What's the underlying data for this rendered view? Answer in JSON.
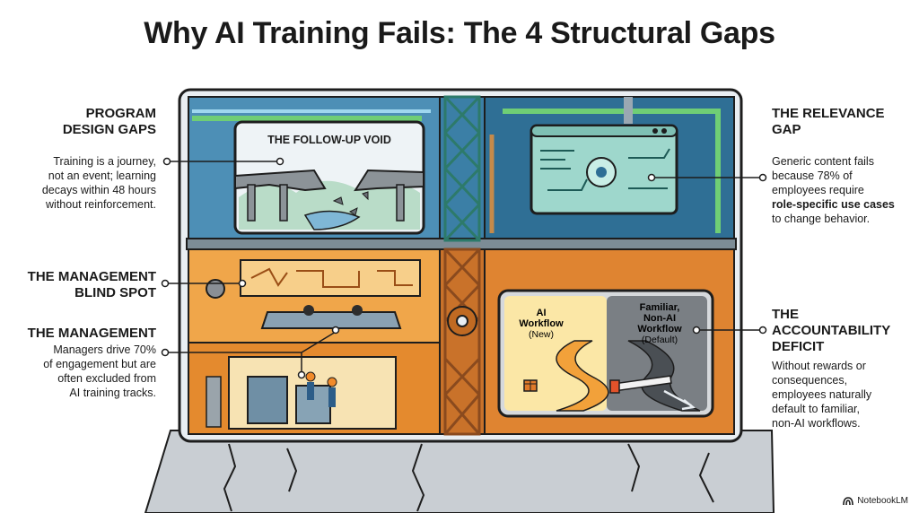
{
  "title": "Why AI Training Fails: The 4 Structural Gaps",
  "left": {
    "program_title_1": "PROGRAM",
    "program_title_2": "DESIGN GAPS",
    "program_desc": [
      "Training is a journey,",
      "not an event; learning",
      "decays within 48 hours",
      "without reinforcement."
    ],
    "mgmt_blind_1": "THE MANAGEMENT",
    "mgmt_blind_2": "BLIND SPOT",
    "mgmt_title": "THE MANAGEMENT",
    "mgmt_desc": [
      "Managers drive 70%",
      "of engagement but are",
      "often excluded from",
      "AI training tracks."
    ]
  },
  "right": {
    "relevance_title_1": "THE RELEVANCE",
    "relevance_title_2": "GAP",
    "relevance_desc_1": "Generic content fails",
    "relevance_desc_2": "because 78% of",
    "relevance_desc_3": "employees require",
    "relevance_desc_bold": "role-specific use cases",
    "relevance_desc_4": "to change behavior.",
    "account_title_1": "THE",
    "account_title_2": "ACCOUNTABILITY",
    "account_title_3": "DEFICIT",
    "account_desc": [
      "Without rewards or",
      "consequences,",
      "employees naturally",
      "default to familiar,",
      "non-AI workflows."
    ]
  },
  "illustration": {
    "void_label": "THE FOLLOW-UP VOID",
    "ai_line1": "AI",
    "ai_line2": "Workflow",
    "ai_line3": "(New)",
    "fam_line1": "Familiar,",
    "fam_line2": "Non-AI",
    "fam_line3": "Workflow",
    "fam_line4": "(Default)"
  },
  "brand": "NotebookLM",
  "colors": {
    "blue_room": "#3f7fa8",
    "orange_room": "#e8932e",
    "outline": "#1d1d1d",
    "ground": "#c7ccd1"
  }
}
